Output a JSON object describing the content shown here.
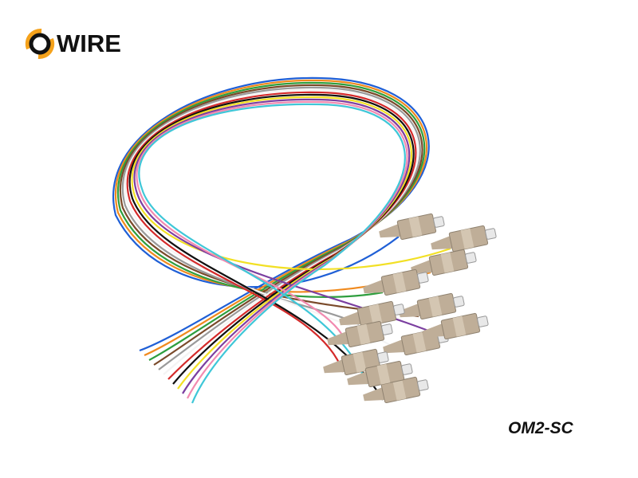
{
  "logo": {
    "text": "WIRE",
    "full_text": "OWIRE",
    "accent_color": "#f5a21b"
  },
  "product": {
    "label": "OM2-SC",
    "connector_color": "#bfae98"
  },
  "fiber_colors": [
    "#1f5fd6",
    "#f08a1e",
    "#2e9e3e",
    "#7a4a2a",
    "#9a9a9a",
    "#f4f4f4",
    "#d42a2a",
    "#111111",
    "#f2e025",
    "#7b3fa0",
    "#f28ab0",
    "#3fc7d8"
  ]
}
